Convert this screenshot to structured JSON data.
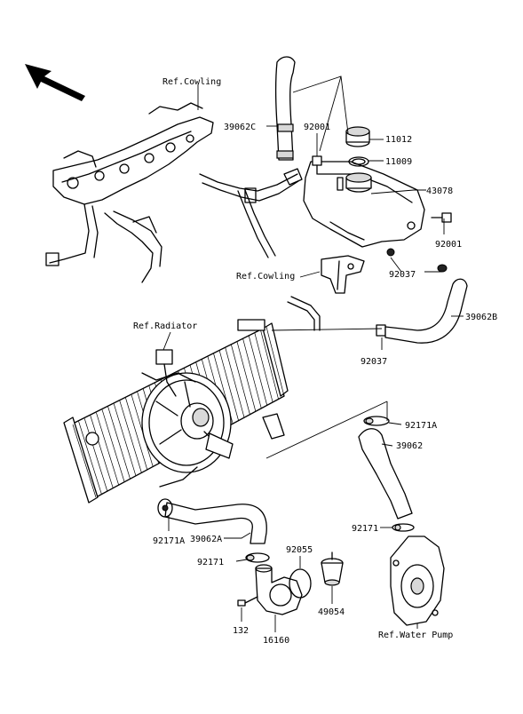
{
  "labels": {
    "ref_cowling_top": "Ref.Cowling",
    "ref_cowling_mid": "Ref.Cowling",
    "ref_radiator": "Ref.Radiator",
    "ref_water_pump": "Ref.Water Pump",
    "p39062C": "39062C",
    "p92001_top": "92001",
    "p11012": "11012",
    "p11009": "11009",
    "p43078": "43078",
    "p92001_right": "92001",
    "p92037_upper": "92037",
    "p39062B": "39062B",
    "p92037_lower": "92037",
    "p92171A_right": "92171A",
    "p39062": "39062",
    "p92171_right": "92171",
    "p92171A_left": "92171A",
    "p39062A": "39062A",
    "p92055": "92055",
    "p92171_left": "92171",
    "p49054": "49054",
    "p132": "132",
    "p16160": "16160"
  }
}
